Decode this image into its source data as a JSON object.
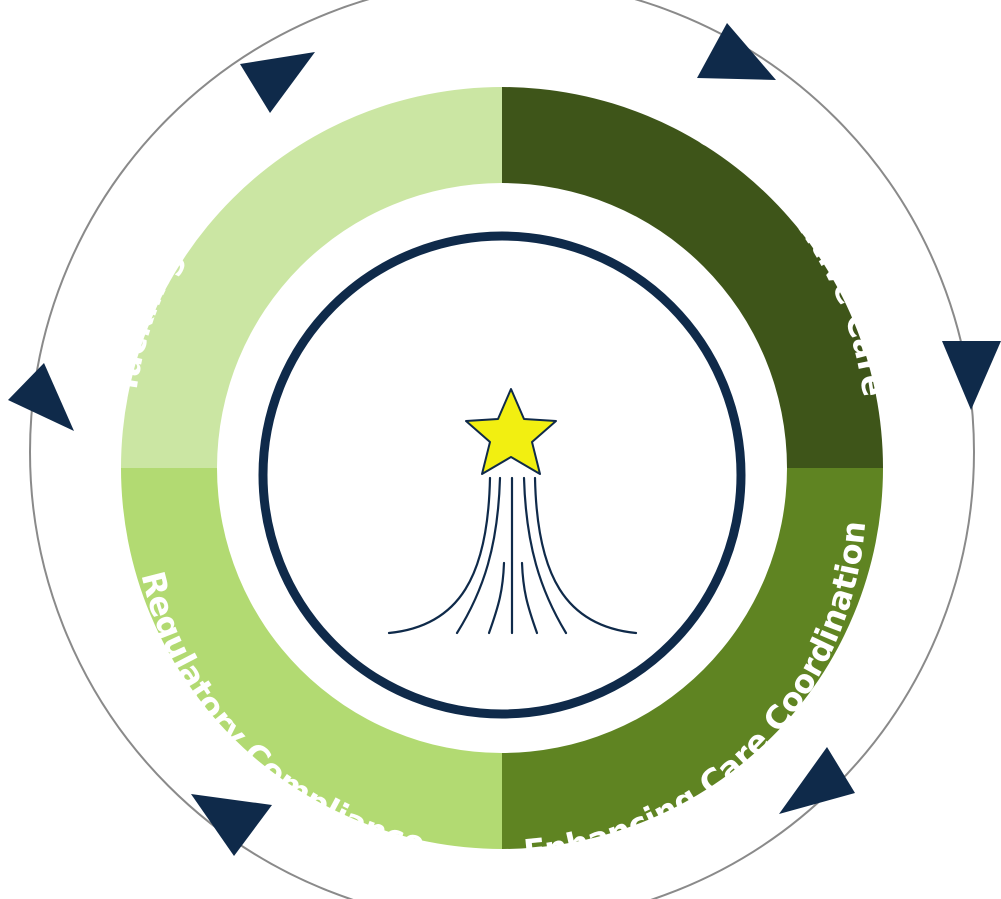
{
  "segments": [
    {
      "label": "Promoting Preventive Care",
      "color": "#3e5519"
    },
    {
      "label": "Enhancing Care Coordination",
      "color": "#5f8422"
    },
    {
      "label": "Regulatory Compliance",
      "color": "#b2da72"
    },
    {
      "label": "Tackling Health Disparities",
      "color": "#cbe6a3"
    }
  ],
  "colors": {
    "navy": "#0f2a4a",
    "outer_ring": "#8a8a8a",
    "star_fill": "#f2ef11",
    "star_stroke": "#0f2a4a"
  },
  "icons": {
    "center": "shooting-star-icon",
    "cycle": "triangle-arrow-icon"
  }
}
